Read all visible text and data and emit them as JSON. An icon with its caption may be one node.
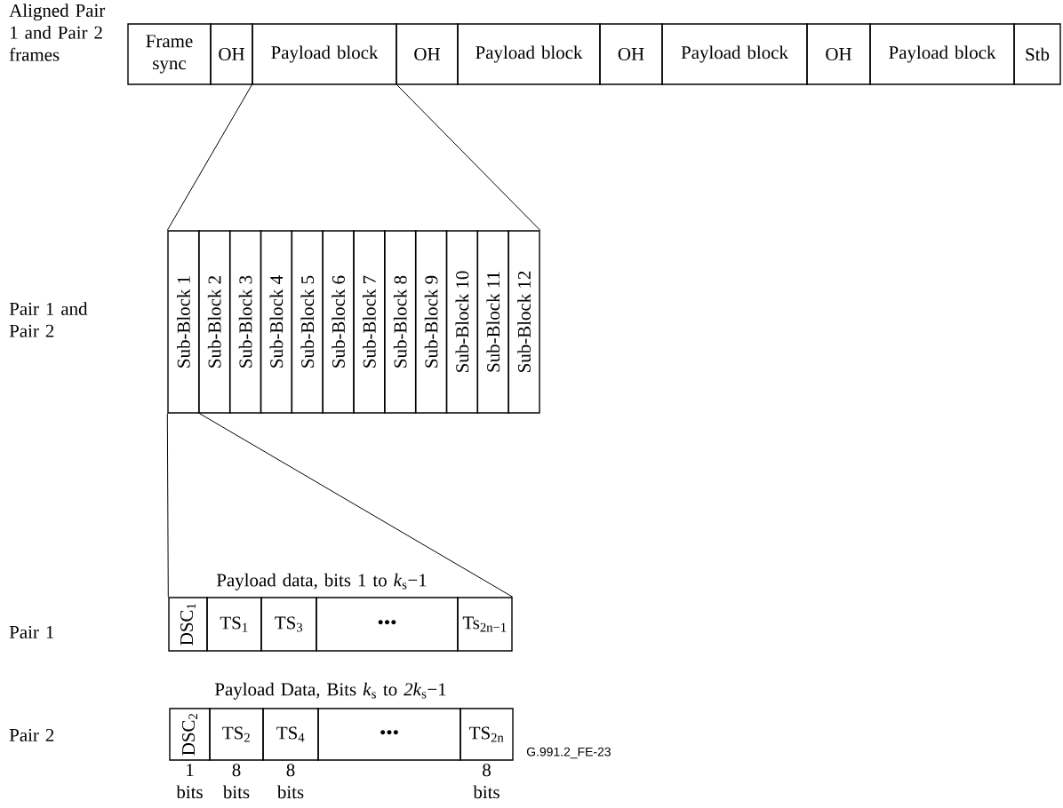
{
  "diagram": {
    "nodes": [
      {
        "text": [
          "Frame sync"
        ]
      },
      {
        "text": [
          "OH"
        ]
      },
      {
        "text": [
          "Payload block"
        ]
      },
      {
        "text": [
          "OH"
        ]
      },
      {
        "text": [
          "Payload block"
        ]
      },
      {
        "text": [
          "OH"
        ]
      },
      {
        "text": [
          "Payload block"
        ]
      },
      {
        "text": [
          "OH"
        ]
      },
      {
        "text": [
          "Payload block"
        ]
      },
      {
        "text": [
          "Stb"
        ]
      },
      {
        "text": [
          "Sub-Block 1"
        ]
      },
      {
        "text": [
          "Sub-Block 2"
        ]
      },
      {
        "text": [
          "Sub-Block 3"
        ]
      },
      {
        "text": [
          "Sub-Block 4"
        ]
      },
      {
        "text": [
          "Sub-Block 5"
        ]
      },
      {
        "text": [
          "Sub-Block 6"
        ]
      },
      {
        "text": [
          "Sub-Block 7"
        ]
      },
      {
        "text": [
          "Sub-Block 8"
        ]
      },
      {
        "text": [
          "Sub-Block 9"
        ]
      },
      {
        "text": [
          "Sub-Block 10"
        ]
      },
      {
        "text": [
          "Sub-Block 11"
        ]
      },
      {
        "text": [
          "Sub-Block 12"
        ]
      },
      {
        "text": [
          "DSC$_{1}$"
        ]
      },
      {
        "text": [
          "TS$_{1}$"
        ]
      },
      {
        "text": [
          "TS$_{3}$"
        ]
      },
      {
        "text": [
          "•••"
        ]
      },
      {
        "text": [
          "Ts$_{2n−1}$"
        ]
      },
      {
        "text": [
          "DSC$_{2}$"
        ],
        "beside": [
          "1 bits"
        ]
      },
      {
        "text": [
          "TS$_{2}$"
        ],
        "beside": [
          "8 bits"
        ]
      },
      {
        "text": [
          "TS$_{4}$"
        ],
        "beside": [
          "8 bits"
        ]
      },
      {
        "text": [
          "•••"
        ]
      },
      {
        "text": [
          "TS$_{2n}$"
        ],
        "beside": [
          "8 bits"
        ]
      }
    ],
    "edges": [
      {
        "from": 2,
        "to": 10,
        "arrow": "none"
      },
      {
        "from": 2,
        "to": 21,
        "arrow": "none"
      },
      {
        "from": 10,
        "to": 22,
        "arrow": "none"
      },
      {
        "from": 10,
        "to": 26,
        "arrow": "none"
      }
    ],
    "labels": [
      "Aligned Pair 1 and Pair 2 frames",
      "Pair 1 and Pair 2",
      "Payload data, bits 1 to *k*$_{s}$−1",
      "Pair 1",
      "Payload Data, Bits *k*$_{s}$ to *2k*$_{s}$−1",
      "Pair 2",
      "G.991.2_FE-23"
    ]
  }
}
